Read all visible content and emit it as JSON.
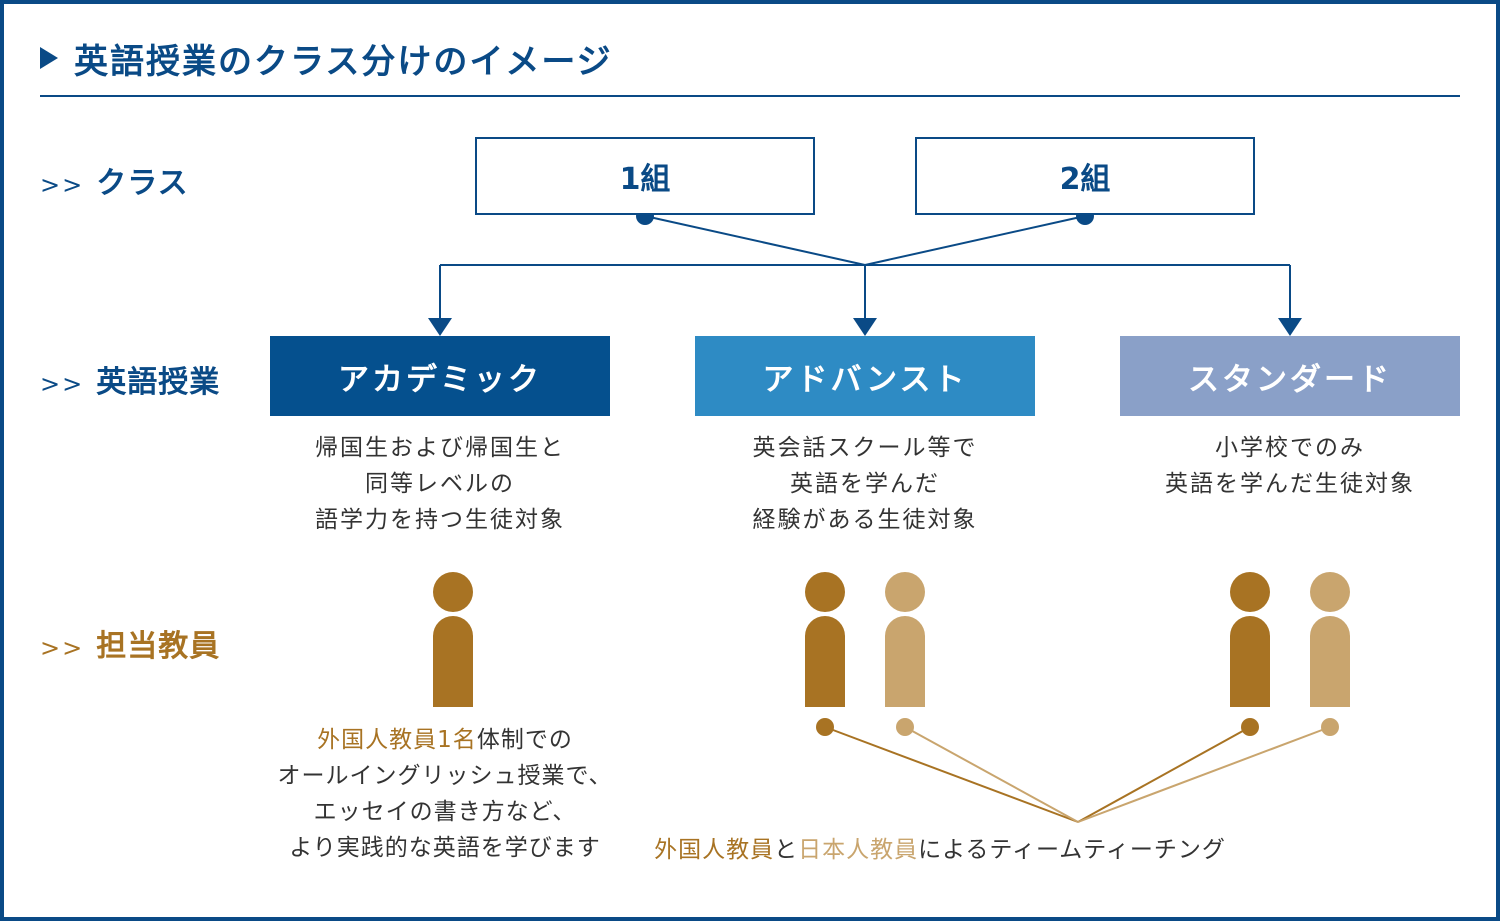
{
  "title": "英語授業のクラス分けのイメージ",
  "labels": {
    "marker": ">>",
    "class": "クラス",
    "lesson": "英語授業",
    "teacher": "担当教員"
  },
  "classes": [
    {
      "name": "1組"
    },
    {
      "name": "2組"
    }
  ],
  "courses": [
    {
      "name": "アカデミック",
      "color": "#05508e",
      "desc": [
        "帰国生および帰国生と",
        "同等レベルの",
        "語学力を持つ生徒対象"
      ]
    },
    {
      "name": "アドバンスト",
      "color": "#2e8bc4",
      "desc": [
        "英会話スクール等で",
        "英語を学んだ",
        "経験がある生徒対象"
      ]
    },
    {
      "name": "スタンダード",
      "color": "#8aa0c8",
      "desc": [
        "小学校でのみ",
        "英語を学んだ生徒対象"
      ]
    }
  ],
  "teachers": {
    "academic": {
      "highlight": "外国人教員1名",
      "rest": "体制での",
      "lines": [
        "オールイングリッシュ授業で、",
        "エッセイの書き方など、",
        "より実践的な英語を学びます"
      ]
    },
    "team": {
      "foreign": "外国人教員",
      "and": "と",
      "japanese": "日本人教員",
      "rest": "によるティームティーチング"
    }
  },
  "colors": {
    "navy": "#0a4a86",
    "foreign_teacher": "#a87323",
    "japanese_teacher": "#c9a56e"
  }
}
